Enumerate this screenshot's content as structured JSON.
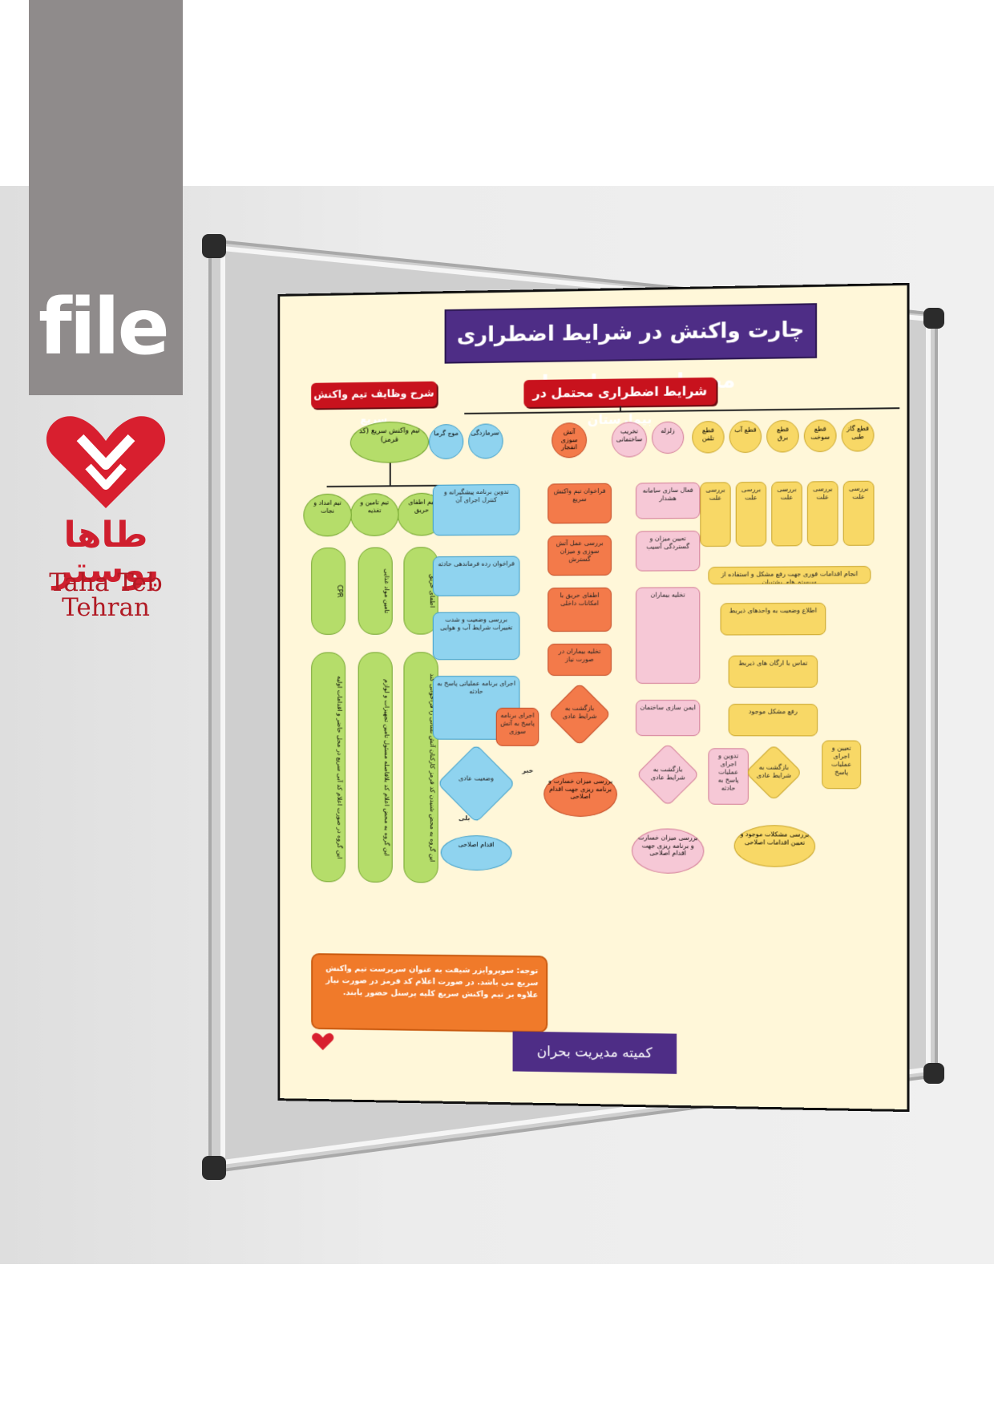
{
  "sidebar": {
    "file_label": "file",
    "brand_fa": "طاها پوستر",
    "brand_en": "Taha Teb Tehran",
    "colors": {
      "tag_bg": "#8f8b8b",
      "brand_red": "#cf1f2e"
    },
    "logo_icon": "heart-logo-icon"
  },
  "poster": {
    "title": "چارت واکنش در شرایط اضطراری محتمل در بیمارستان",
    "subtitle_banner": "شرایط اضطراری محتمل در بیمارستان",
    "left_banner": "شرح وظایف تیم واکنش سریع",
    "team_head": "تیم واکنش سریع (کد قرمز)",
    "teams": [
      {
        "name": "تیم اطفای حریق",
        "body": "این گروه به محض شنیدن کد قرمز کارکنان آتش نشانی را فراخوانی کند"
      },
      {
        "name": "تیم تامین و تغذیه",
        "body": "این گروه به محض اعلام کد بلافاصله مسئول تامین تجهیزات و لوازم"
      },
      {
        "name": "تیم امداد و نجات",
        "body": "این گروه در صورت اعلام کد آبی سریع در محل حاضر و اقدامات اولیه"
      }
    ],
    "team_mid": [
      "CPR",
      "تامین مواد غذایی",
      "اطفای حریق"
    ],
    "categories": [
      "موج گرما",
      "سرمازدگی",
      "آتش سوزی انفجار",
      "تخریب ساختمانی",
      "زلزله",
      "قطع تلفن",
      "قطع آب",
      "قطع برق",
      "قطع سوخت",
      "قطع گاز طبی"
    ],
    "blue_col": [
      "تدوین برنامه پیشگیرانه و کنترل اجرای آن",
      "فراخوان رده فرماندهی حادثه",
      "بررسی وضعیت و شدت تغییرات شرایط آب و هوایی",
      "اجرای برنامه عملیاتی پاسخ به حادثه"
    ],
    "blue_decision": "وضعیت عادی",
    "blue_end": "اقدام اصلاحی",
    "red_col": [
      "فراخوان تیم واکنش سریع",
      "بررسی عمل آتش سوزی و میزان گسترش",
      "اطفای حریق با امکانات داخلی",
      "تخلیه بیماران در صورت نیاز"
    ],
    "red_decision": "بازگشت به شرایط عادی",
    "red_side": "اجرای برنامه پاسخ به آتش سوزی",
    "red_end": "بررسی میزان خسارت و برنامه ریزی جهت اقدام اصلاحی",
    "pink_col": [
      "فعال سازی سامانه هشدار",
      "تعیین میزان و گستردگی آسیب",
      "تخلیه بیماران",
      "ایمن سازی ساختمان"
    ],
    "pink_decision": "بازگشت به شرایط عادی",
    "pink_side": "تدوین و اجرای عملیات پاسخ به حادثه",
    "pink_end": "بررسی میزان خسارت و برنامه ریزی جهت اقدام اصلاحی",
    "yellow_top": [
      "بررسی علت",
      "بررسی علت",
      "بررسی علت",
      "بررسی علت",
      "بررسی علت"
    ],
    "yellow_band": "انجام اقدامات فوری جهت رفع مشکل و استفاده از سیستم های پشتیبان",
    "yellow_col": [
      "اطلاع وضعیت به واحدهای ذیربط",
      "تماس با ارگان های ذیربط",
      "رفع مشکل موجود"
    ],
    "yellow_decision": "بازگشت به شرایط عادی",
    "yellow_side": "تعیین و اجرای عملیات پاسخ",
    "yellow_end": "بررسی مشکلات موجود و تعیین اقدامات اصلاحی",
    "yes_label": "بلی",
    "no_label": "خیر",
    "note": "توجه: سوپروایزر شیفت به عنوان سرپرست تیم واکنش سریع می باشد. در صورت اعلام کد قرمز در صورت نیاز علاوه بر تیم واکنش سریع کلیه پرسنل حضور یابند.",
    "footer": "کمیته مدیریت بحران",
    "colors": {
      "title_bg": "#4e2d86",
      "banner_red": "#c8121d",
      "blue": "#8fd3ef",
      "red": "#f37a4a",
      "pink": "#f6c8d6",
      "yellow": "#f8d866",
      "green": "#b5dd6a",
      "note_orange": "#f07a2a"
    }
  }
}
